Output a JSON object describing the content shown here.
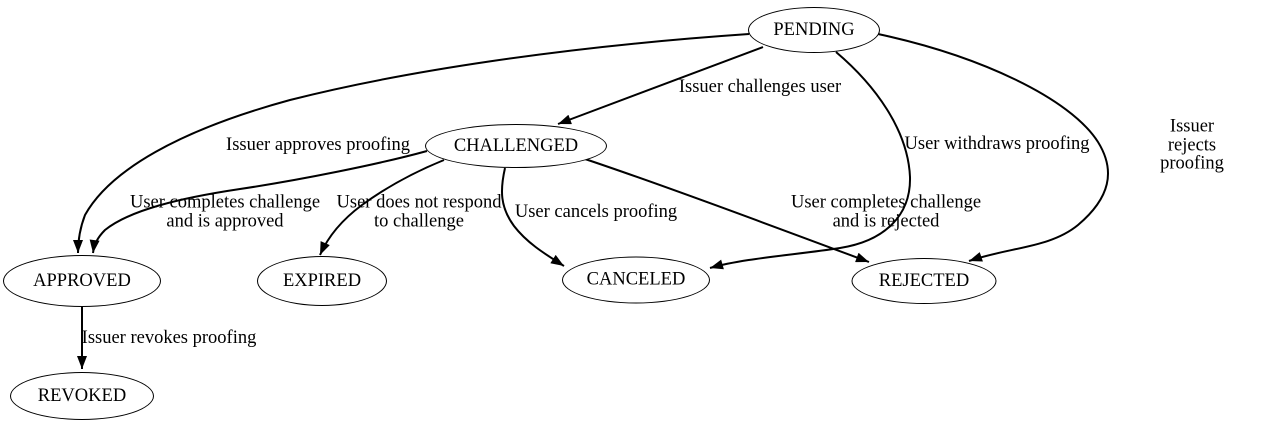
{
  "diagram": {
    "type": "state-machine",
    "background_color": "#ffffff",
    "line_color": "#000000",
    "text_color": "#000000",
    "nodes": [
      {
        "id": "pending",
        "label": "PENDING"
      },
      {
        "id": "challenged",
        "label": "CHALLENGED"
      },
      {
        "id": "approved",
        "label": "APPROVED"
      },
      {
        "id": "expired",
        "label": "EXPIRED"
      },
      {
        "id": "canceled",
        "label": "CANCELED"
      },
      {
        "id": "rejected",
        "label": "REJECTED"
      },
      {
        "id": "revoked",
        "label": "REVOKED"
      }
    ],
    "edges": [
      {
        "from": "PENDING",
        "to": "CHALLENGED",
        "label": "Issuer challenges user"
      },
      {
        "from": "PENDING",
        "to": "APPROVED",
        "label": "Issuer approves proofing"
      },
      {
        "from": "PENDING",
        "to": "CANCELED",
        "label": "User withdraws proofing"
      },
      {
        "from": "PENDING",
        "to": "REJECTED",
        "label": "Issuer rejects proofing"
      },
      {
        "from": "CHALLENGED",
        "to": "APPROVED",
        "label": "User completes challenge\nand is approved"
      },
      {
        "from": "CHALLENGED",
        "to": "EXPIRED",
        "label": "User does not respond\nto challenge"
      },
      {
        "from": "CHALLENGED",
        "to": "CANCELED",
        "label": "User cancels proofing"
      },
      {
        "from": "CHALLENGED",
        "to": "REJECTED",
        "label": "User completes challenge\nand is rejected"
      },
      {
        "from": "APPROVED",
        "to": "REVOKED",
        "label": "Issuer revokes proofing"
      }
    ]
  }
}
